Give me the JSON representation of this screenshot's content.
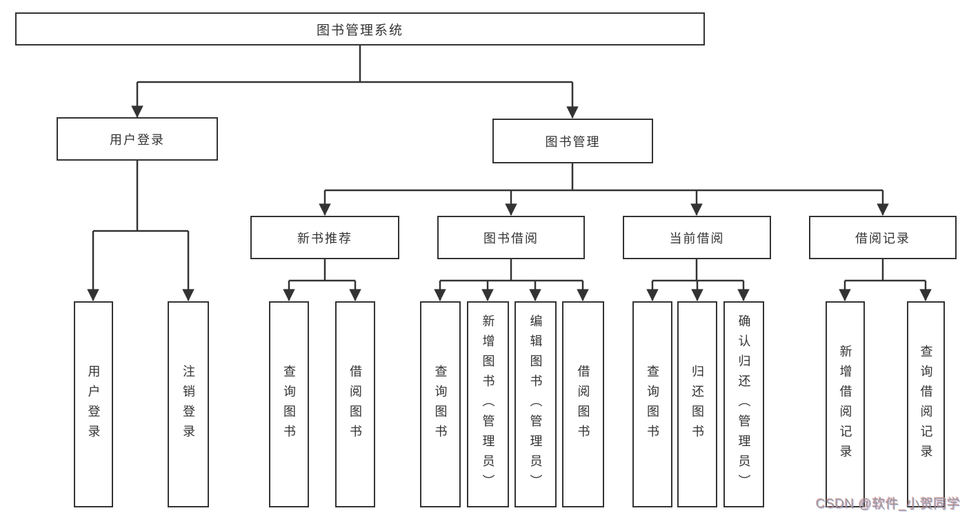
{
  "diagram_type": "hierarchy-tree",
  "colors": {
    "line": "#333333",
    "text": "#333333",
    "box_background": "#ffffff",
    "page_background": "#ffffff",
    "watermark": "#9a9a9a"
  },
  "nodes": {
    "root": {
      "label": "图书管理系统"
    },
    "user_login": {
      "label": "用户登录"
    },
    "book_mgmt": {
      "label": "图书管理"
    },
    "new_book_rec": {
      "label": "新书推荐"
    },
    "book_borrow": {
      "label": "图书借阅"
    },
    "current_borrow": {
      "label": "当前借阅"
    },
    "borrow_records": {
      "label": "借阅记录"
    },
    "leaf_user_login": {
      "label": "用户登录"
    },
    "leaf_logout_login": {
      "label": "注销登录"
    },
    "leaf_rec_query_books": {
      "label": "查询图书"
    },
    "leaf_rec_borrow_books": {
      "label": "借阅图书"
    },
    "leaf_bb_query_books": {
      "label": "查询图书"
    },
    "leaf_bb_add_books": {
      "label": "新增图书（管理员）"
    },
    "leaf_bb_edit_books": {
      "label": "编辑图书（管理员）"
    },
    "leaf_bb_borrow_books": {
      "label": "借阅图书"
    },
    "leaf_cb_query_books": {
      "label": "查询图书"
    },
    "leaf_cb_return_books": {
      "label": "归还图书"
    },
    "leaf_cb_confirm_return": {
      "label": "确认归还（管理员）"
    },
    "leaf_br_add_record": {
      "label": "新增借阅记录"
    },
    "leaf_br_query_record": {
      "label": "查询借阅记录"
    }
  },
  "edges": [
    {
      "from": "图书管理系统",
      "to": "用户登录"
    },
    {
      "from": "图书管理系统",
      "to": "图书管理"
    },
    {
      "from": "用户登录",
      "to": "用户登录"
    },
    {
      "from": "用户登录",
      "to": "注销登录"
    },
    {
      "from": "图书管理",
      "to": "新书推荐"
    },
    {
      "from": "图书管理",
      "to": "图书借阅"
    },
    {
      "from": "图书管理",
      "to": "当前借阅"
    },
    {
      "from": "图书管理",
      "to": "借阅记录"
    },
    {
      "from": "新书推荐",
      "to": "查询图书"
    },
    {
      "from": "新书推荐",
      "to": "借阅图书"
    },
    {
      "from": "图书借阅",
      "to": "查询图书"
    },
    {
      "from": "图书借阅",
      "to": "新增图书（管理员）"
    },
    {
      "from": "图书借阅",
      "to": "编辑图书（管理员）"
    },
    {
      "from": "图书借阅",
      "to": "借阅图书"
    },
    {
      "from": "当前借阅",
      "to": "查询图书"
    },
    {
      "from": "当前借阅",
      "to": "归还图书"
    },
    {
      "from": "当前借阅",
      "to": "确认归还（管理员）"
    },
    {
      "from": "借阅记录",
      "to": "新增借阅记录"
    },
    {
      "from": "借阅记录",
      "to": "查询借阅记录"
    }
  ],
  "watermark": {
    "text": "CSDN @软件_小贺同学"
  }
}
